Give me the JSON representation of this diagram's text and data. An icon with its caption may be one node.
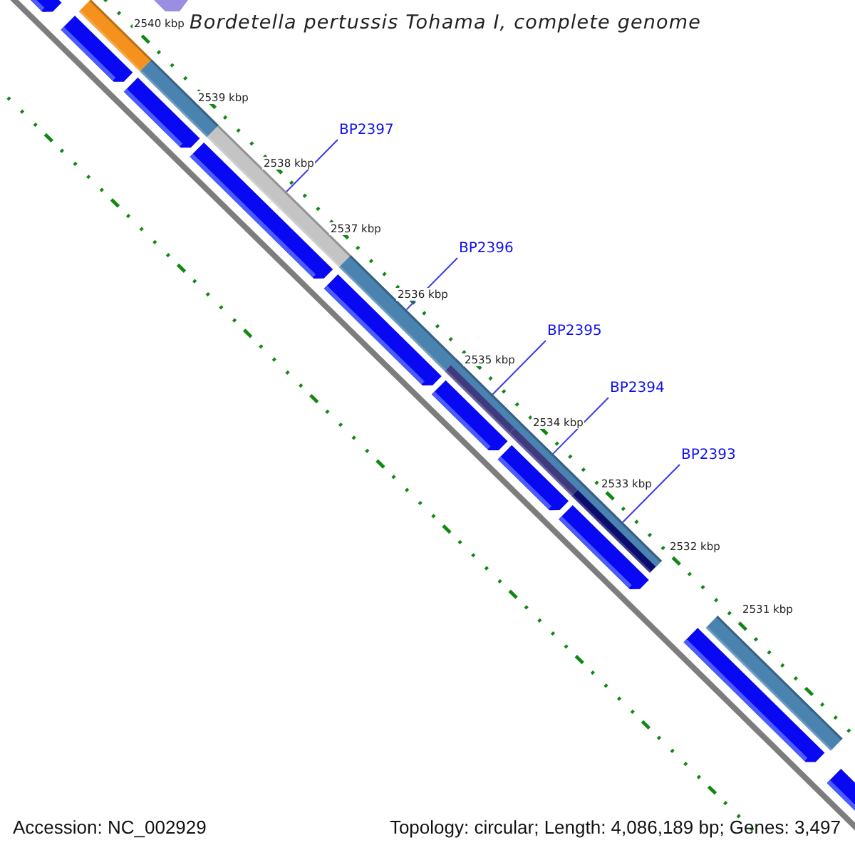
{
  "diagram": {
    "title": "Bordetella pertussis Tohama I, complete genome",
    "nodes": [
      {
        "text": [
          "BP2397"
        ]
      },
      {
        "text": [
          "BP2396"
        ]
      },
      {
        "text": [
          "BP2395"
        ]
      },
      {
        "text": [
          "BP2394"
        ]
      },
      {
        "text": [
          "BP2393"
        ]
      },
      {
        "text": [],
        "shape": "bar"
      },
      {
        "text": [],
        "shape": "arrow"
      },
      {
        "text": [],
        "shape": "bar"
      },
      {
        "text": [],
        "shape": "arrow"
      },
      {
        "text": [],
        "shape": "bar"
      },
      {
        "text": [],
        "shape": "arrow"
      },
      {
        "text": [],
        "shape": "bar"
      },
      {
        "text": [],
        "shape": "arrow"
      },
      {
        "text": [],
        "shape": "bar"
      },
      {
        "text": [],
        "shape": "arrow"
      },
      {
        "text": [],
        "shape": "bar"
      },
      {
        "text": [],
        "shape": "arrow"
      },
      {
        "text": [],
        "shape": "bar"
      },
      {
        "text": [],
        "shape": "arrow"
      },
      {
        "text": [],
        "shape": "bar"
      },
      {
        "text": [],
        "shape": "arrow"
      },
      {
        "text": [],
        "shape": "bar"
      },
      {
        "text": [],
        "shape": "arrow"
      },
      {
        "text": [],
        "shape": "arrow"
      }
    ],
    "edges": [
      {
        "from": 0,
        "to": 11,
        "arrow": "none"
      },
      {
        "from": 1,
        "to": 13,
        "arrow": "none"
      },
      {
        "from": 2,
        "to": 15,
        "arrow": "none"
      },
      {
        "from": 3,
        "to": 17,
        "arrow": "none"
      },
      {
        "from": 4,
        "to": 19,
        "arrow": "none"
      }
    ],
    "labels": [
      "2540 kbp",
      "2539 kbp",
      "2538 kbp",
      "2537 kbp",
      "2536 kbp",
      "2535 kbp",
      "2534 kbp",
      "2533 kbp",
      "2532 kbp",
      "2531 kbp",
      "Accession: NC_002929",
      "Topology: circular; Length: 4,086,189 bp; Genes: 3,497"
    ]
  }
}
